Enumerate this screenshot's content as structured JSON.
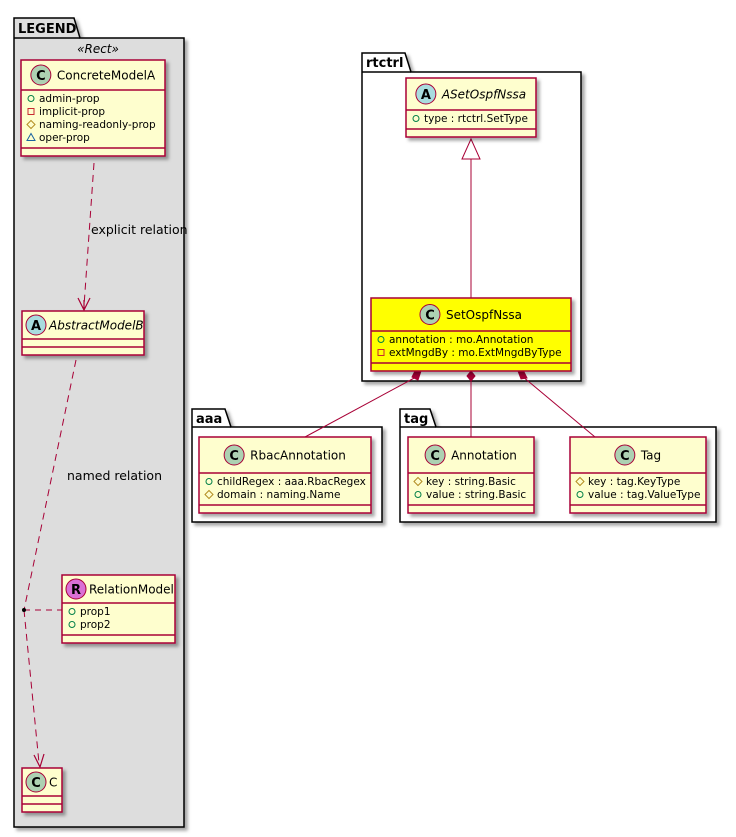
{
  "colors": {
    "class_fill": "#FEFECE",
    "highlight_fill": "#FFFF00",
    "class_border": "#A80036",
    "legend_bg": "#DDDDDD",
    "pkg_bg": "#FFFFFF",
    "circle_C": "#ADD1B2",
    "circle_A": "#A9DCDF",
    "circle_R": "#DA70D6",
    "vis_public": "#038048",
    "vis_private": "#C82930",
    "vis_protected": "#B38D22",
    "vis_package": "#1963A0",
    "relation": "#A80036"
  },
  "legend": {
    "title": "LEGEND",
    "stereotype": "«Rect»",
    "concrete": {
      "name": "ConcreteModelA",
      "kind": "C",
      "attributes": [
        {
          "vis": "public",
          "text": "admin-prop"
        },
        {
          "vis": "private",
          "text": "implicit-prop"
        },
        {
          "vis": "protected",
          "text": "naming-readonly-prop"
        },
        {
          "vis": "package",
          "text": "oper-prop"
        }
      ]
    },
    "explicit_label": "explicit relation",
    "abstract": {
      "name": "AbstractModelB",
      "kind": "A"
    },
    "named_label": "named relation",
    "relation_model": {
      "name": "RelationModel",
      "kind": "R",
      "attributes": [
        {
          "vis": "public",
          "text": "prop1"
        },
        {
          "vis": "public",
          "text": "prop2"
        }
      ]
    },
    "target": {
      "name": "C",
      "kind": "C"
    }
  },
  "packages": {
    "rtctrl": {
      "title": "rtctrl",
      "abstract": {
        "name": "ASetOspfNssa",
        "kind": "A",
        "attributes": [
          {
            "vis": "public",
            "text": "type : rtctrl.SetType"
          }
        ]
      },
      "main": {
        "name": "SetOspfNssa",
        "kind": "C",
        "attributes": [
          {
            "vis": "public",
            "text": "annotation : mo.Annotation"
          },
          {
            "vis": "private",
            "text": "extMngdBy : mo.ExtMngdByType"
          }
        ]
      }
    },
    "aaa": {
      "title": "aaa",
      "rbac": {
        "name": "RbacAnnotation",
        "kind": "C",
        "attributes": [
          {
            "vis": "public",
            "text": "childRegex : aaa.RbacRegex"
          },
          {
            "vis": "protected",
            "text": "domain : naming.Name"
          }
        ]
      }
    },
    "tag": {
      "title": "tag",
      "annotation": {
        "name": "Annotation",
        "kind": "C",
        "attributes": [
          {
            "vis": "protected",
            "text": "key : string.Basic"
          },
          {
            "vis": "public",
            "text": "value : string.Basic"
          }
        ]
      },
      "tag": {
        "name": "Tag",
        "kind": "C",
        "attributes": [
          {
            "vis": "protected",
            "text": "key : tag.KeyType"
          },
          {
            "vis": "public",
            "text": "value : tag.ValueType"
          }
        ]
      }
    }
  }
}
